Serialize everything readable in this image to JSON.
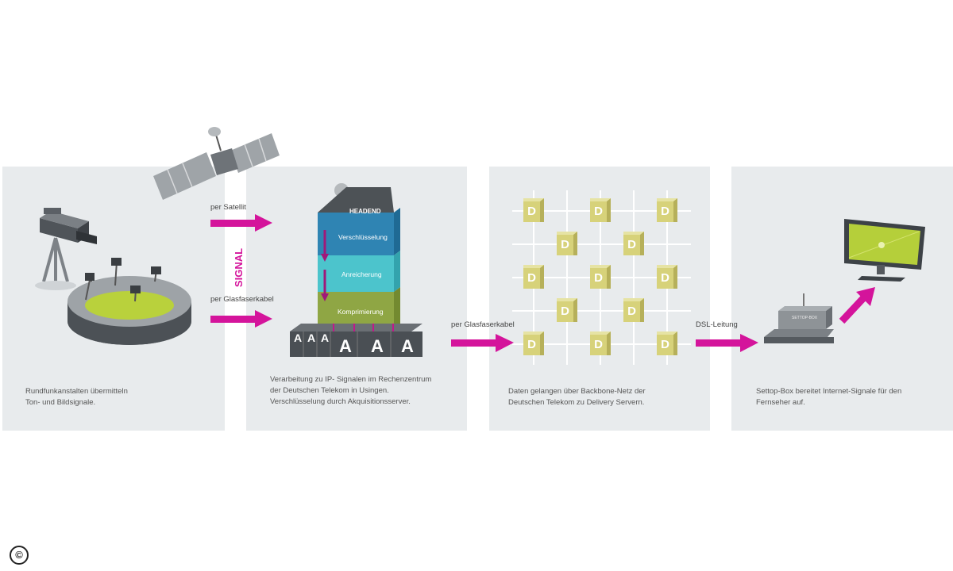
{
  "panels": [
    {
      "caption_lines": [
        "Rundfunkanstalten übermitteln",
        "Ton- und Bildsignale."
      ]
    },
    {
      "caption_lines": [
        "Verarbeitung zu IP- Signalen im Rechenzentrum",
        "der Deutschen Telekom in Usingen.",
        "Verschlüsselung durch Akquisitionsserver."
      ]
    },
    {
      "caption_lines": [
        "Daten gelangen über Backbone-Netz der",
        "Deutschen Telekom zu Delivery Servern."
      ]
    },
    {
      "caption_lines": [
        "Settop-Box bereitet Internet-Signale für den",
        "Fernseher auf."
      ]
    }
  ],
  "labels": {
    "satellite": "per Satellit",
    "signal": "SIGNAL",
    "fiber_1": "per Glasfaserkabel",
    "fiber_2": "per Glasfaserkabel",
    "dsl": "DSL-Leitung"
  },
  "tower": {
    "title": "HEADEND",
    "layers": [
      "Verschlüsselung",
      "Anreicherung",
      "Komprimierung"
    ],
    "server_letter": "A"
  },
  "delivery_server_letter": "D",
  "settop_box_label": "SETTOP-BOX",
  "copyright_symbol": "©",
  "colors": {
    "accent": "#d4149b",
    "panel_bg": "#e8ebed",
    "server_yellow": "#d7d27a",
    "layer_dark_blue": "#2f84b3",
    "layer_light_blue": "#4cc4cc",
    "layer_green": "#8fa644",
    "screen_green": "#b5cf3a"
  }
}
